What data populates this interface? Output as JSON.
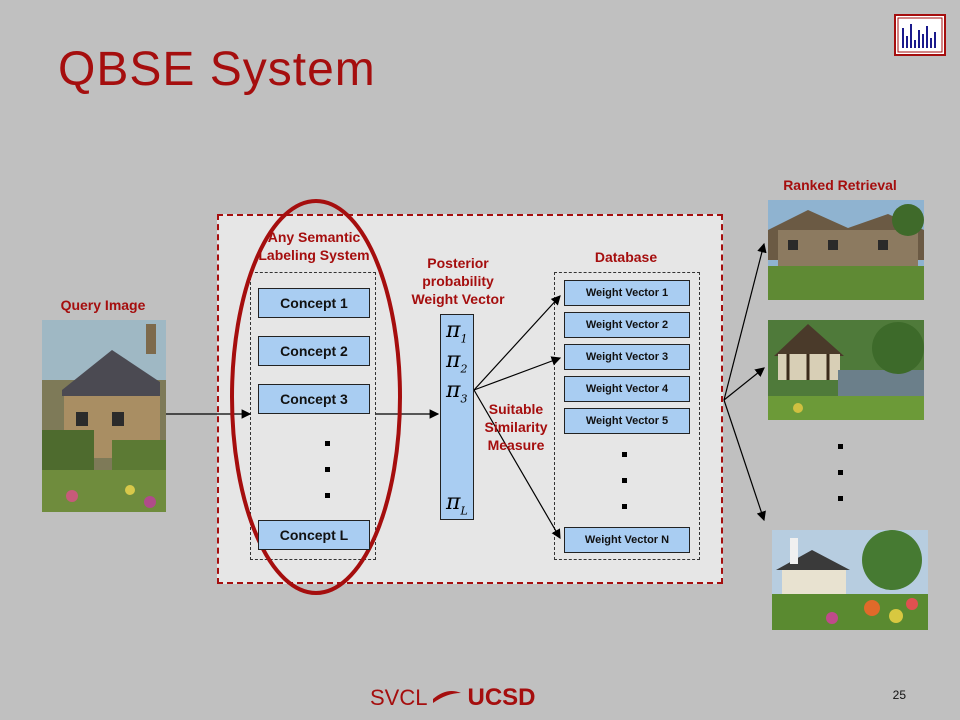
{
  "slide": {
    "title": "QBSE System",
    "page_number": "25",
    "footer_left": "SVCL",
    "footer_right": "UCSD"
  },
  "diagram": {
    "query_label": "Query Image",
    "semantic_label": "Any Semantic\nLabeling System",
    "posterior_label": "Posterior\nprobability\nWeight Vector",
    "similarity_label": "Suitable\nSimilarity\nMeasure",
    "database_label": "Database",
    "ranked_label": "Ranked Retrieval",
    "concepts": [
      "Concept 1",
      "Concept 2",
      "Concept 3",
      "Concept L"
    ],
    "weight_vectors": [
      "Weight Vector 1",
      "Weight Vector 2",
      "Weight Vector 3",
      "Weight Vector 4",
      "Weight Vector 5",
      "Weight Vector N"
    ],
    "pi_symbols": [
      "π",
      "π",
      "π",
      "π"
    ],
    "pi_subscripts": [
      "1",
      "2",
      "3",
      "L"
    ]
  },
  "colors": {
    "accent": "#a50e0e",
    "box_fill": "#a9cdf2",
    "background": "#c0c0c0",
    "panel": "#e6e6e6"
  }
}
